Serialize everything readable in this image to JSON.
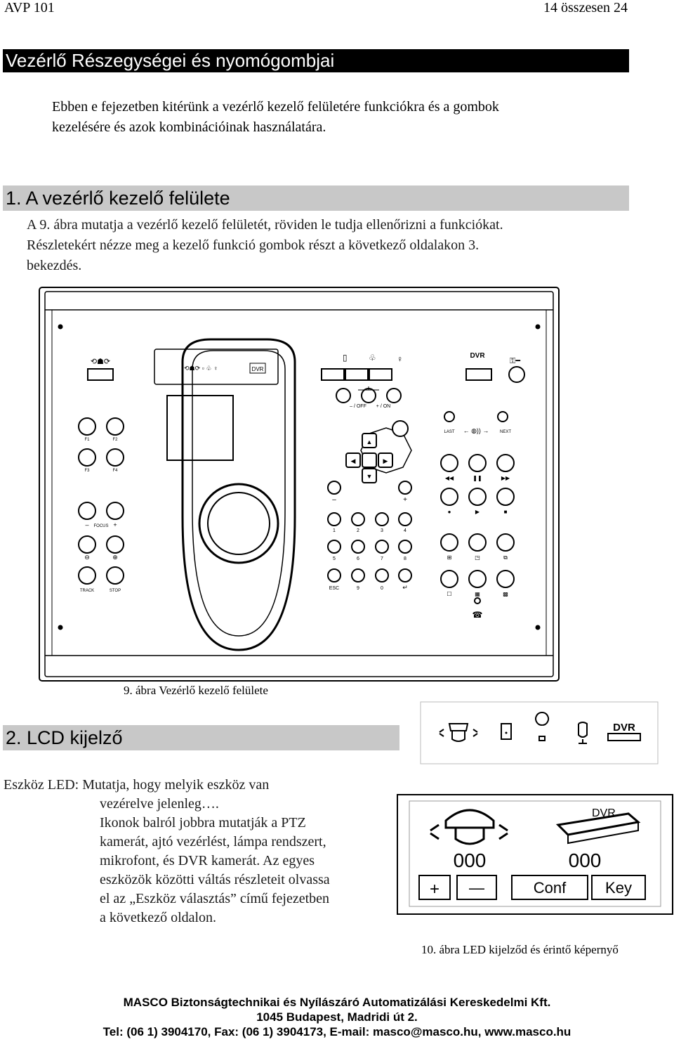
{
  "header": {
    "left": "AVP 101",
    "right": "14 összesen 24"
  },
  "chapter_title": "Vezérlő Részegységei és nyomógombjai",
  "intro_lines": [
    "Ebben e fejezetben kitérünk a vezérlő kezelő felületére funkciókra és a gombok",
    "kezelésére és azok kombinációinak  használatára."
  ],
  "section1": {
    "title": "1. A vezérlő kezelő felülete",
    "lines": [
      "A 9. ábra mutatja a vezérlő kezelő felületét, röviden le tudja ellenőrizni a funkciókat.",
      "Részletekért nézze meg a kezelő funkció gombok részt a következő oldalakon 3.",
      "bekezdés."
    ]
  },
  "figure9": {
    "caption": "9. ábra Vezérlő kezelő felülete",
    "labels": {
      "f1": "F1",
      "f2": "F2",
      "f3": "F3",
      "f4": "F4",
      "focus_minus": "–",
      "focus": "FOCUS",
      "focus_plus": "+",
      "track": "TRACK",
      "stop": "STOP",
      "off": "– / OFF",
      "on": "+ / ON",
      "dvr": "DVR",
      "last": "LAST",
      "next": "NEXT",
      "minus": "–",
      "plus": "+",
      "esc": "ESC",
      "digits": [
        "1",
        "2",
        "3",
        "4",
        "5",
        "6",
        "7",
        "8",
        "9",
        "0"
      ]
    }
  },
  "section2": {
    "title": "2. LCD kijelző",
    "lines": [
      "Eszköz LED: Mutatja, hogy melyik eszköz van",
      "vezérelve jelenleg….",
      "Ikonok balról jobbra mutatják a PTZ",
      "kamerát, ajtó vezérlést, lámpa rendszert,",
      "mikrofont, és DVR  kamerát. Az egyes",
      "eszközök közötti váltás részleteit olvassa",
      "el az „Eszköz választás” című fejezetben",
      "a következő oldalon."
    ]
  },
  "figure10": {
    "caption": "10. ábra LED kijelződ és érintő képernyő",
    "led_dvr": "DVR",
    "screen_dvr": "DVR",
    "counter_left": "000",
    "counter_right": "000",
    "buttons": [
      "+",
      "—",
      "Conf",
      "Key"
    ]
  },
  "footer": [
    "MASCO Biztonságtechnikai és Nyílászáró Automatizálási Kereskedelmi Kft.",
    "1045 Budapest, Madridi út 2.",
    "Tel: (06 1) 3904170, Fax: (06 1) 3904173, E-mail: masco@masco.hu, www.masco.hu"
  ]
}
